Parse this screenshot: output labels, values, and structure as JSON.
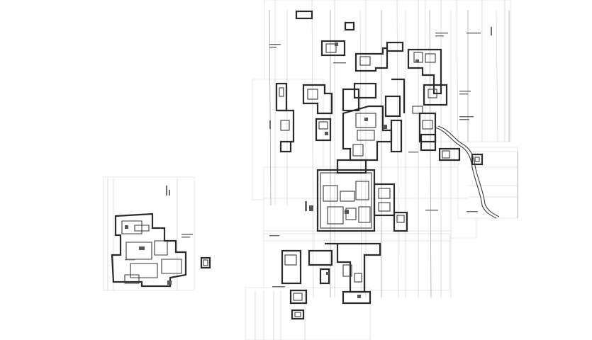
{
  "image": {
    "kind": "composite scanned archaeological site plan",
    "background_color": "#ffffff",
    "line_color": "#2a2a2a"
  },
  "layers": [
    {
      "name": "inset-plan-sheet"
    },
    {
      "name": "main-site-plan"
    }
  ]
}
